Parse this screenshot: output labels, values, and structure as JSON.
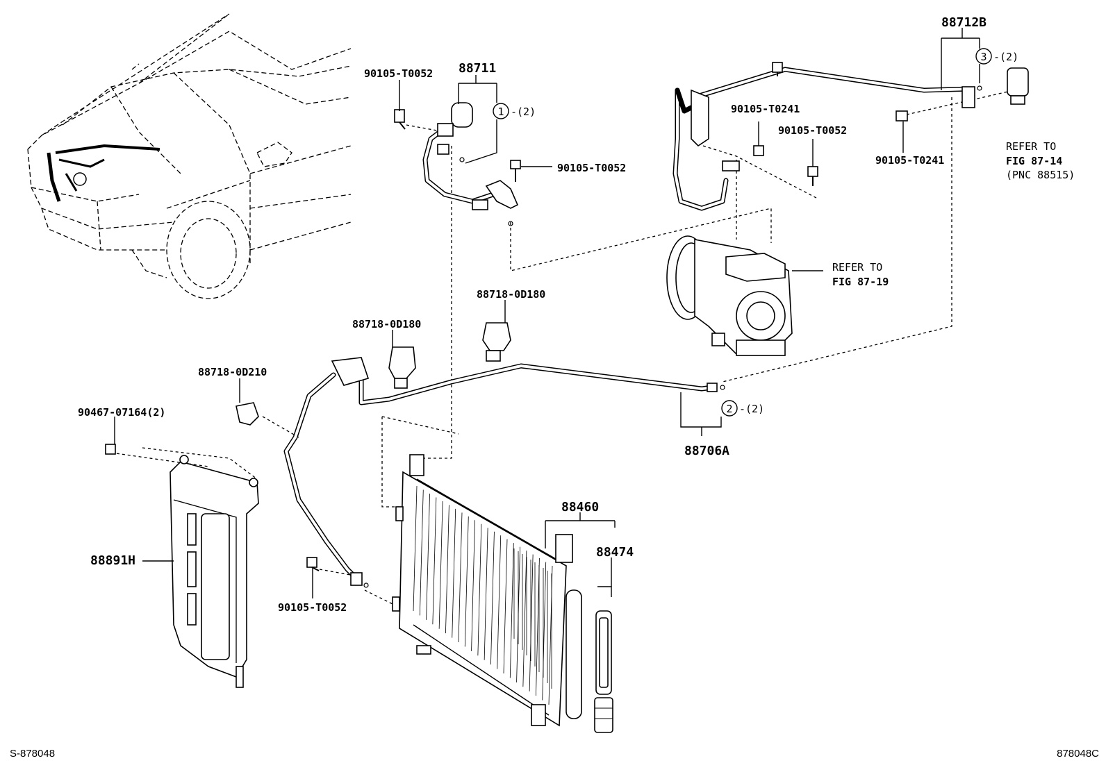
{
  "diagram": {
    "parts": {
      "p88712B": "88712B",
      "p88711": "88711",
      "p88706A": "88706A",
      "p88460": "88460",
      "p88474": "88474",
      "p88891H": "88891H",
      "p88718_0D180_a": "88718-0D180",
      "p88718_0D180_b": "88718-0D180",
      "p88718_0D210": "88718-0D210",
      "p90467_07164": "90467-07164(2)",
      "p90105_T0052_a": "90105-T0052",
      "p90105_T0052_b": "90105-T0052",
      "p90105_T0052_c": "90105-T0052",
      "p90105_T0052_d": "90105-T0052",
      "p90105_T0241_a": "90105-T0241",
      "p90105_T0241_b": "90105-T0241"
    },
    "callouts": {
      "c1_num": "1",
      "c1_qty": "-(2)",
      "c2_num": "2",
      "c2_qty": "-(2)",
      "c3_num": "3",
      "c3_qty": "-(2)"
    },
    "references": {
      "ref_compressor_1": "REFER TO",
      "ref_compressor_2": "FIG 87-19",
      "ref_receiver_1": "REFER TO",
      "ref_receiver_2": "FIG 87-14",
      "ref_receiver_3": "(PNC 88515)"
    },
    "footer": {
      "left_code": "S-878048",
      "right_code": "878048C"
    }
  }
}
